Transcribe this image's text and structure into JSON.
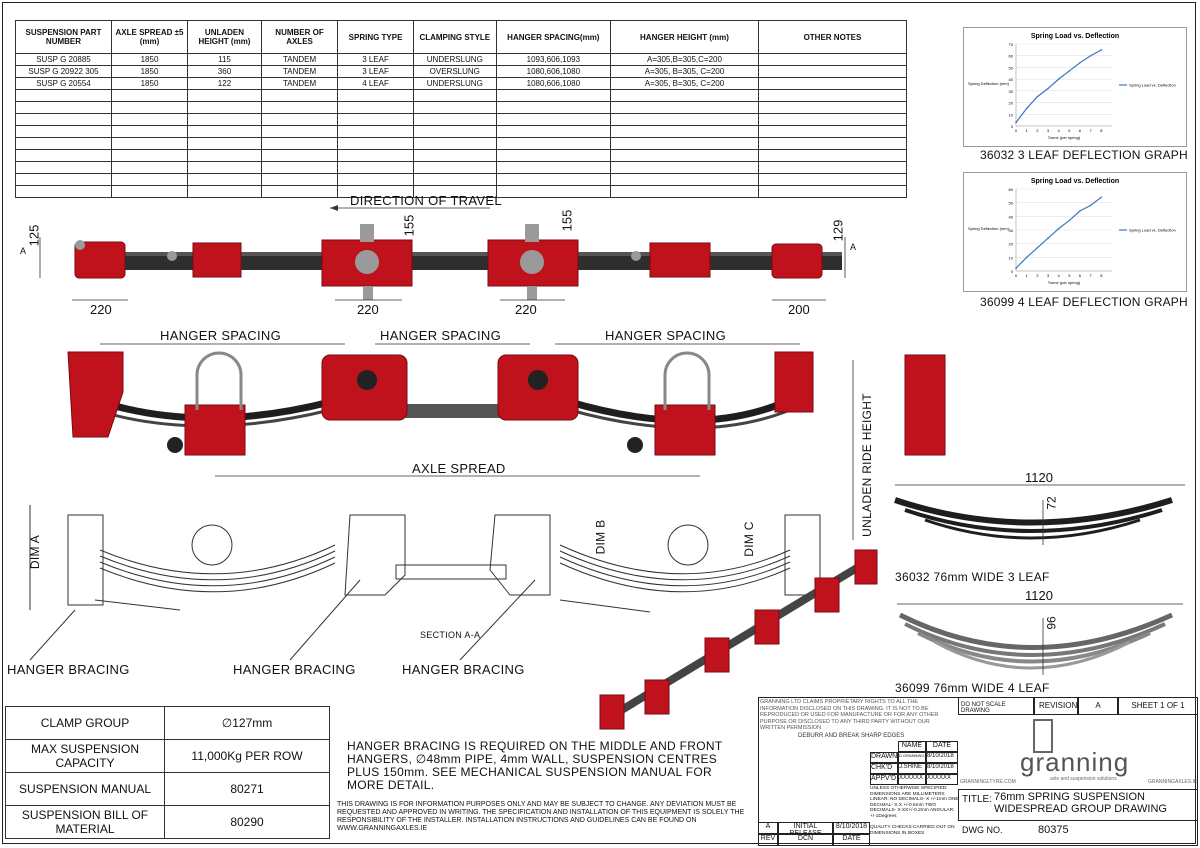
{
  "spec_table": {
    "headers": [
      "SUSPENSION PART NUMBER",
      "AXLE SPREAD ±5 (mm)",
      "UNLADEN HEIGHT (mm)",
      "NUMBER OF AXLES",
      "SPRING TYPE",
      "CLAMPING STYLE",
      "HANGER SPACING(mm)",
      "HANGER HEIGHT (mm)",
      "OTHER NOTES"
    ],
    "rows": [
      [
        "SUSP G 20885",
        "1850",
        "115",
        "TANDEM",
        "3 LEAF",
        "UNDERSLUNG",
        "1093,606,1093",
        "A=305,B=305,C=200",
        ""
      ],
      [
        "SUSP G 20922 305",
        "1850",
        "360",
        "TANDEM",
        "3 LEAF",
        "OVERSLUNG",
        "1080,606,1080",
        "A=305, B=305, C=200",
        ""
      ],
      [
        "SUSP G 20554",
        "1850",
        "122",
        "TANDEM",
        "4 LEAF",
        "UNDERSLUNG",
        "1080,606,1080",
        "A=305, B=305, C=200",
        ""
      ]
    ]
  },
  "graphs": [
    {
      "caption": "36032 3 LEAF DEFLECTION GRAPH",
      "chart_data": {
        "type": "line",
        "title": "Spring Load vs. Deflection",
        "xlabel": "Tonne (per spring)",
        "ylabel": "Spring Deflection (mm)",
        "x": [
          0,
          1,
          2,
          3,
          4,
          5,
          6,
          7,
          8
        ],
        "series": [
          {
            "name": "Spring Load vs. Deflection",
            "values": [
              3,
              15,
              25,
              32,
              40,
              47,
              54,
              60,
              65
            ]
          }
        ],
        "xlim": [
          0,
          9
        ],
        "ylim": [
          0,
          70
        ],
        "yticks": [
          0,
          10,
          20,
          30,
          40,
          50,
          60,
          70
        ]
      }
    },
    {
      "caption": "36099 4 LEAF DEFLECTION GRAPH",
      "chart_data": {
        "type": "line",
        "title": "Spring Load vs. Deflection",
        "xlabel": "Tonne (per spring)",
        "ylabel": "Spring Deflection (mm)",
        "x": [
          0,
          1,
          2,
          3,
          4,
          5,
          6,
          7,
          8
        ],
        "series": [
          {
            "name": "Spring Load vs. Deflection",
            "values": [
              2,
              10,
              17,
              24,
              31,
              37,
              44,
              48,
              54
            ]
          }
        ],
        "xlim": [
          0,
          9
        ],
        "ylim": [
          0,
          60
        ],
        "yticks": [
          0,
          10,
          20,
          30,
          40,
          50,
          60
        ]
      }
    }
  ],
  "drawing": {
    "direction_of_travel": "DIRECTION OF TRAVEL",
    "hanger_spacing": "HANGER SPACING",
    "axle_spread": "AXLE SPREAD",
    "unladen_ride_height": "UNLADEN RIDE HEIGHT",
    "dim_a": "DIM A",
    "dim_b": "DIM B",
    "dim_c": "DIM C",
    "section": "SECTION A-A",
    "hanger_bracing": "HANGER BRACING",
    "section_mark": "A",
    "dims": {
      "d125": "125",
      "d155": "155",
      "d129": "129",
      "d220": "220",
      "d200": "200",
      "d1120": "1120",
      "d72": "72",
      "d96": "96"
    },
    "spring3": "36032 76mm WIDE 3 LEAF",
    "spring4": "36099 76mm WIDE 4 LEAF"
  },
  "info_table": [
    {
      "label": "CLAMP GROUP",
      "value": "∅127mm"
    },
    {
      "label": "MAX SUSPENSION CAPACITY",
      "value": "11,000Kg PER ROW"
    },
    {
      "label": "SUSPENSION MANUAL",
      "value": "80271"
    },
    {
      "label": "SUSPENSION BILL OF MATERIAL",
      "value": "80290"
    }
  ],
  "note": "HANGER BRACING IS REQUIRED ON THE MIDDLE AND FRONT HANGERS, ∅48mm PIPE, 4mm WALL, SUSPENSION CENTRES PLUS 150mm. SEE MECHANICAL SUSPENSION MANUAL FOR MORE DETAIL.",
  "disclaimer": "THIS DRAWING IS FOR INFORMATION PURPOSES ONLY AND MAY BE SUBJECT TO CHANGE. ANY DEVIATION MUST BE REQUESTED AND APPROVED IN WRITING. THE SPECIFICATION AND INSTALLATION OF THIS EQUIPMENT IS SOLELY THE RESPONSIBILITY OF THE INSTALLER. INSTALLATION INSTRUCTIONS AND GUIDELINES CAN BE FOUND ON WWW.GRANNINGAXLES.IE",
  "title_block": {
    "property": "GRANNING LTD CLAIMS PROPRIETARY RIGHTS TO ALL THE INFORMATION DISCLOSED ON THIS DRAWING. IT IS NOT TO BE REPRODUCED OR USED FOR MANUFACTURE OR FOR ANY OTHER PURPOSE OR DISCLOSED TO ANY THIRD PARTY WITHOUT OUR WRITTEN PERMISSION",
    "deburr": "DEBURR AND BREAK SHARP EDGES",
    "name_hdr": "NAME",
    "date_hdr": "DATE",
    "drawn": "DRAWN",
    "drawn_name": "D.GRANNING",
    "drawn_date": "8/10/2018",
    "chkd": "CHK'D",
    "chkd_name": "J.SHINE",
    "chkd_date": "8/10/2018",
    "appvd": "APPV'D",
    "appvd_name": "XXXXXX",
    "appvd_date": "XXXXXX",
    "tolerances": "UNLESS OTHERWISE SPECIFIED: DIMENSIONS ARE MILLIMETERS LINEAR: NO DECIMALS- X +/-1mm ONE DECIMAL- X.X +/-0.5mm TWO DECIMALS- X.XX+/-0.2mm ANGULAR: +/-1Degrees",
    "quality": "QUALITY CHECKS CARRIED OUT ON DIMENSIONS IN BOXES",
    "rev": "A",
    "rev_desc": "INITIAL RELEASE",
    "rev_date": "8/10/2018",
    "rev_hdr": "REV",
    "dcn_hdr": "DCN",
    "rdate_hdr": "DATE",
    "no_scale": "DO NOT SCALE DRAWING",
    "revision_label": "REVISION",
    "revision": "A",
    "sheet": "SHEET 1 OF 1",
    "brand": "granning",
    "tagline": "axle and suspension solutions",
    "web_left": "GRANNINGLTYRE.COM",
    "web_right": "GRANNINGAXLES.IE",
    "title_label": "TITLE:",
    "title": "76mm SPRING SUSPENSION WIDESPREAD GROUP DRAWING",
    "dwg_label": "DWG NO.",
    "dwg": "80375"
  },
  "colors": {
    "red": "#c0121c",
    "darkred": "#8e0b12",
    "steel": "#444",
    "leaf": "#2b2b2b",
    "line": "#3a76c4"
  }
}
